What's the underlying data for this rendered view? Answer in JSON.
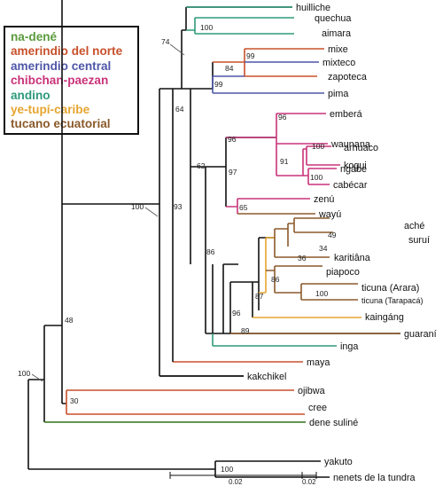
{
  "legend": [
    {
      "label": "na-dené",
      "color": "#5a9a3c"
    },
    {
      "label": "amerindio del norte",
      "color": "#c8502a"
    },
    {
      "label": "amerindio central",
      "color": "#4e56a8"
    },
    {
      "label": "chibchan-paezan",
      "color": "#c9337a"
    },
    {
      "label": "andino",
      "color": "#2e9a7a"
    },
    {
      "label": "ye-tupí-caribe",
      "color": "#e6a531"
    },
    {
      "label": "tucano ecuatorial",
      "color": "#8b5a2b"
    }
  ],
  "taxa": {
    "huilliche": "huilliche",
    "quechua": "quechua",
    "aimara": "aimara",
    "mixe": "mixe",
    "mixteco": "mixteco",
    "zapoteca": "zapoteca",
    "pima": "pima",
    "embera": "emberá",
    "waunana": "waunana",
    "arhuaco": "arhuaco",
    "kogui": "kogui",
    "ngabe": "ngäbe",
    "cabecar": "cabécar",
    "zenu": "zenú",
    "wayu": "wayú",
    "ache": "aché",
    "surui": "suruí",
    "karitiana": "karitiâna",
    "piapoco": "piapoco",
    "ticuna_arara": "ticuna (Arara)",
    "ticuna_tarapaca": "ticuna (Tarapacá)",
    "kaingang": "kaingáng",
    "guarani": "guaraní",
    "inga": "inga",
    "maya": "maya",
    "kakchikel": "kakchikel",
    "ojibwa": "ojibwa",
    "cree": "cree",
    "dene_suline": "dene suliné",
    "yakuto": "yakuto",
    "nenets": "nenets de la tundra"
  },
  "bootstrap": {
    "b74": "74",
    "b100_andino": "100",
    "b99_mixe": "99",
    "b84": "84",
    "b99": "99",
    "b64": "64",
    "b96_chib": "96",
    "b96": "96",
    "b100_kogui": "100",
    "b91": "91",
    "b100_cabecar": "100",
    "b97": "97",
    "b65": "65",
    "b62": "62",
    "b93": "93",
    "b49": "49",
    "b34": "34",
    "b36": "36",
    "b86_inner": "86",
    "b100_ticuna": "100",
    "b87": "87",
    "b96_tup": "96",
    "b89": "89",
    "b86": "86",
    "b100_main": "100",
    "b48": "48",
    "b30": "30",
    "b100_root": "100",
    "b100_yak": "100"
  },
  "scale": {
    "label1": "0.02",
    "label2": "0.02"
  }
}
